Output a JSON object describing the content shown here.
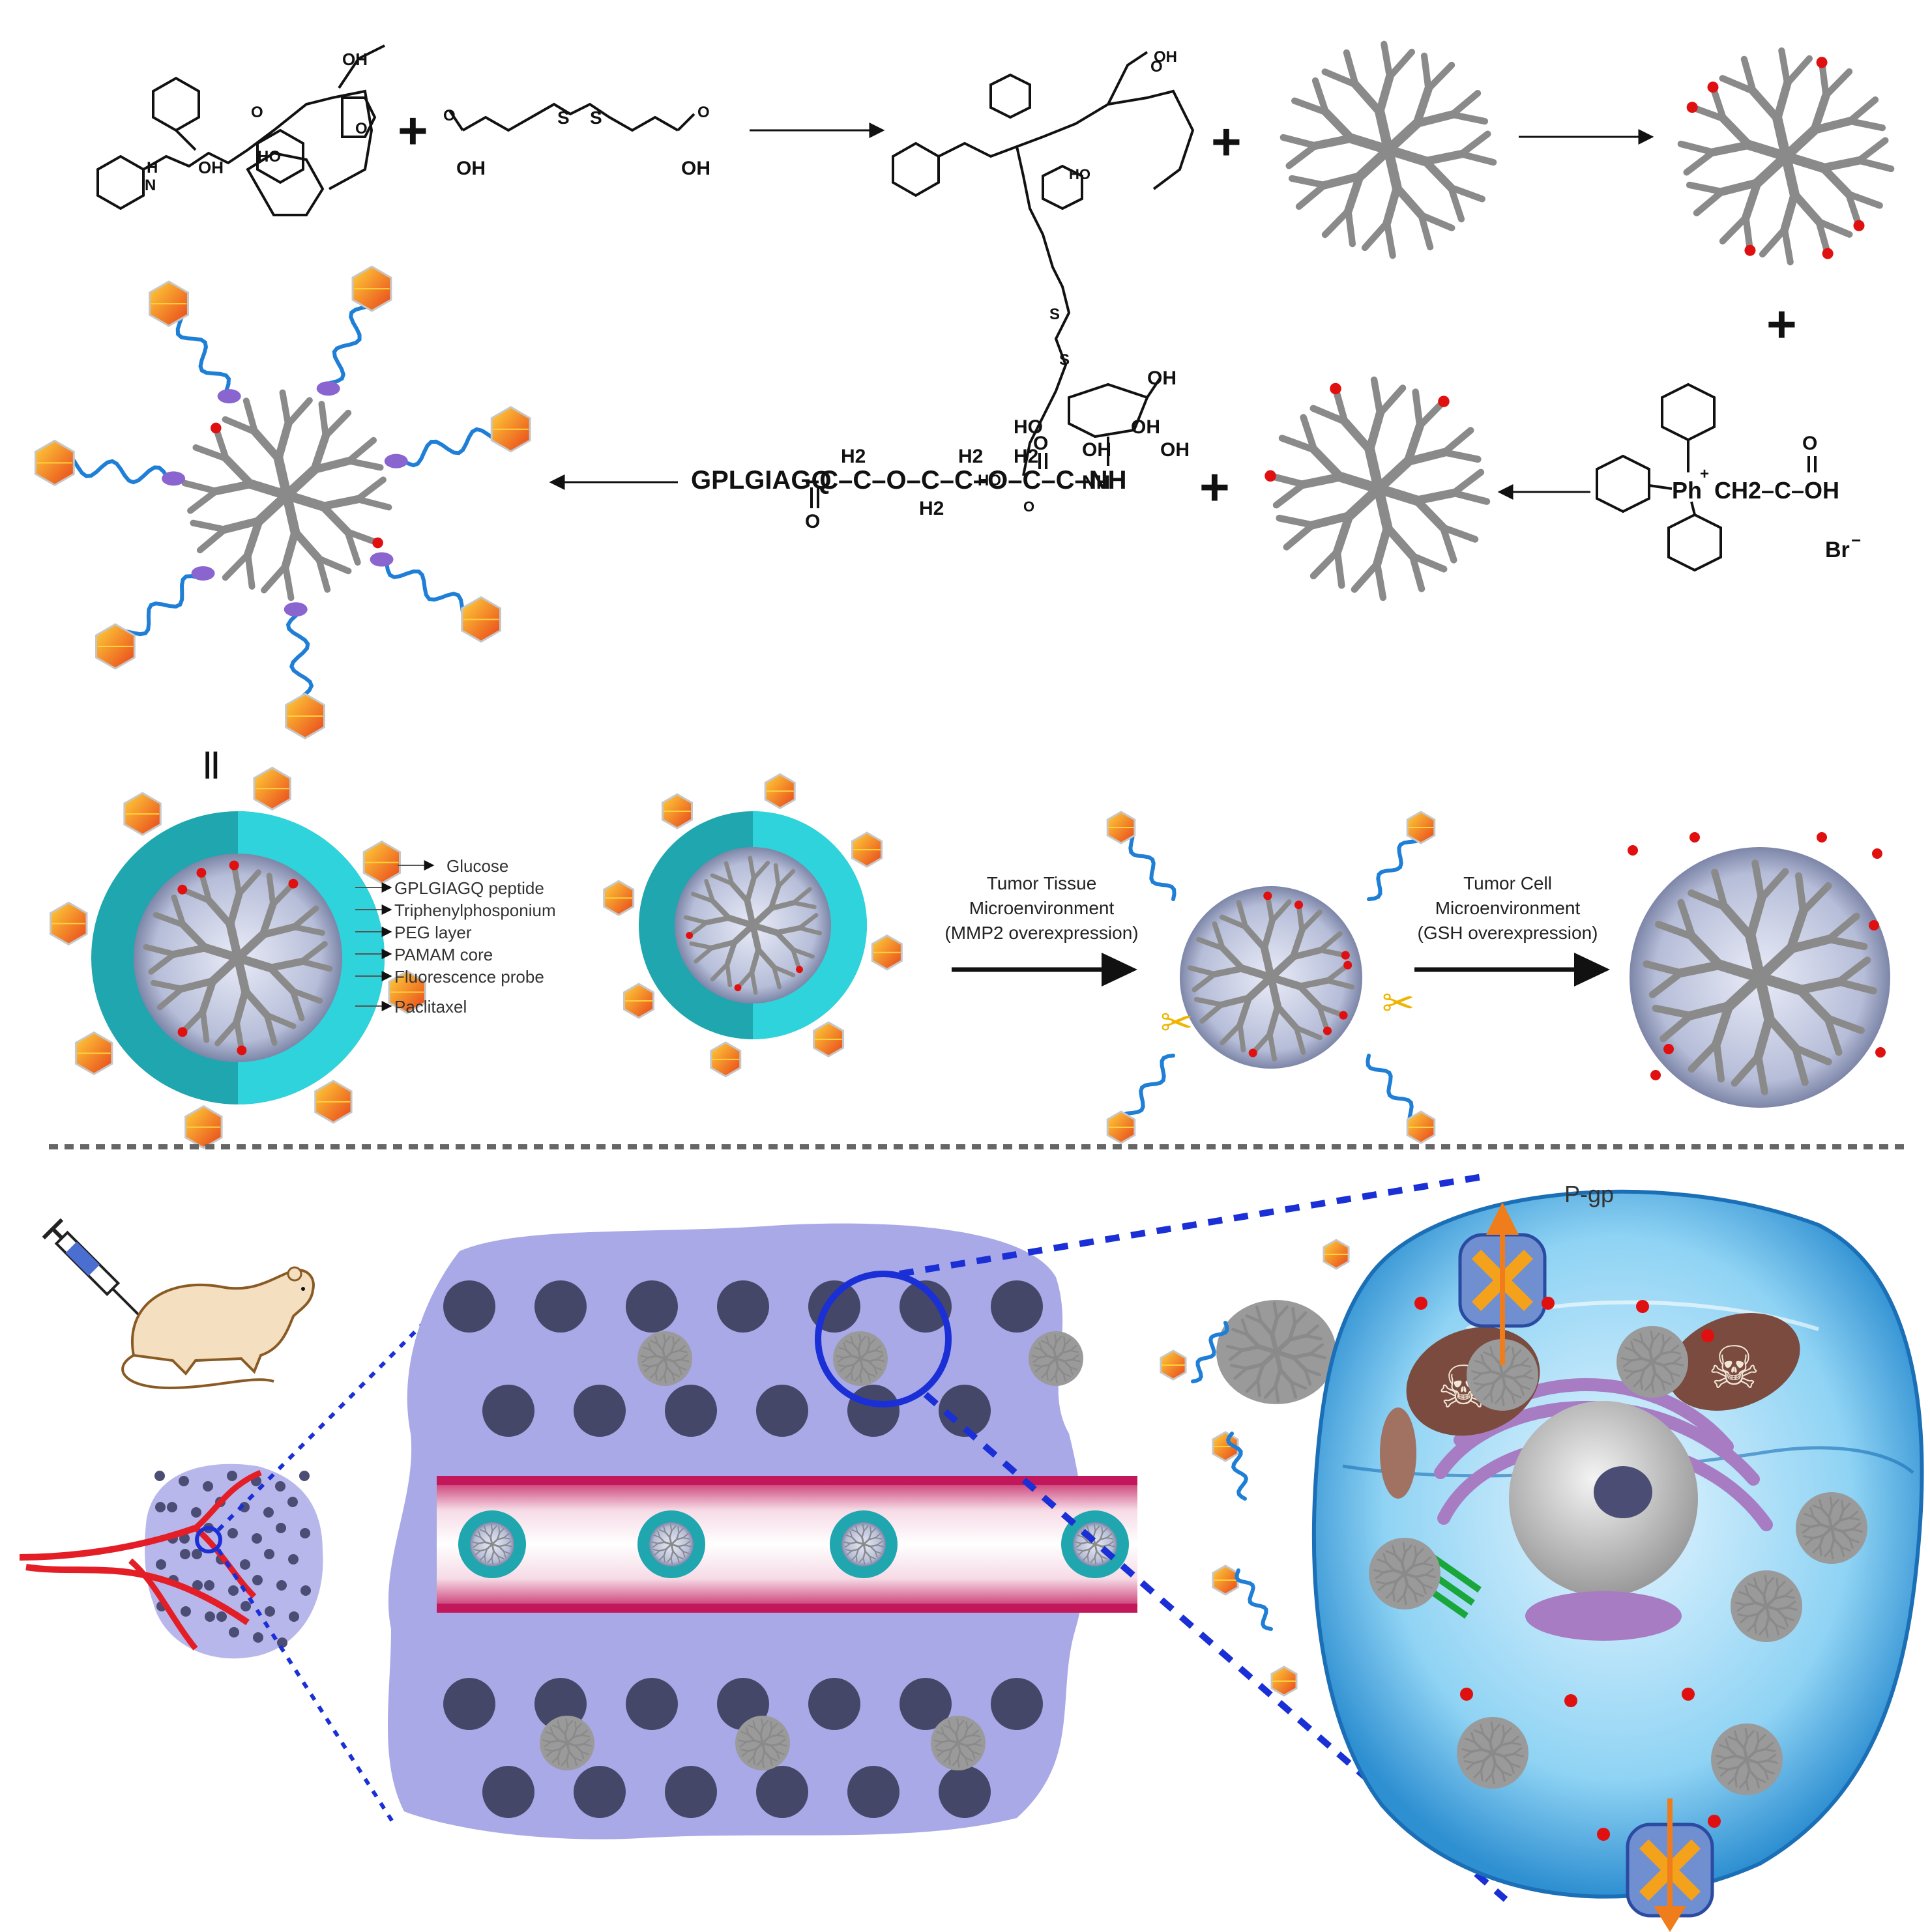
{
  "chemistry": {
    "oh1": "OH",
    "oh2": "OH",
    "oh3": "OH",
    "oh4": "OH",
    "oh5": "OH",
    "h": "H",
    "n": "N",
    "o1": "O",
    "o2": "O",
    "ho1": "HO",
    "ho2": "HO",
    "ho3": "HO",
    "s1": "S",
    "s2": "S",
    "s3": "S",
    "s4": "S",
    "plus": "+",
    "peptide_chain": "GPLGIAGQ",
    "peg_fragment_1": "–C–C–O–C–C–O–C–C–NH",
    "h2_1": "H2",
    "h2_2": "H2",
    "h2_3": "H2",
    "h2_4": "H2",
    "o_low_1": "O",
    "o_low_2": "O",
    "glucose_oh_1": "OH",
    "glucose_oh_2": "OH",
    "glucose_oh_3": "OH",
    "glucose_oh_4": "OH",
    "glucose_ho": "HO",
    "glucose_nh": "NH",
    "tpp_ph": "Ph",
    "tpp_plus": "+",
    "tpp_chain": "CH2–C–OH",
    "tpp_o": "O",
    "tpp_br": "Br",
    "tpp_minus": "−",
    "equals": "||"
  },
  "legend": {
    "items": [
      "Glucose",
      "GPLGIAGQ peptide",
      "Triphenylphosponium",
      "PEG layer",
      "PAMAM core",
      "Fluorescence probe",
      "Paclitaxel"
    ]
  },
  "steps": {
    "step1_line1": "Tumor Tissue",
    "step1_line2": "Microenvironment",
    "step1_line3": "(MMP2 overexpression)",
    "step2_line1": "Tumor Cell",
    "step2_line2": "Microenvironment",
    "step2_line3": "(GSH overexpression)"
  },
  "cell": {
    "pgp_label": "P-gp"
  },
  "colors": {
    "dendrimer": "#8a8a8a",
    "peg_shell": "#2fc6cf",
    "vessel": "#c2185b",
    "tumor_tissue": "#a9a9e8",
    "cell_blue": "#4fb3e8",
    "golgi": "#a77cc3",
    "dash_blue": "#1a2fd6",
    "drug_red": "#e01010"
  }
}
